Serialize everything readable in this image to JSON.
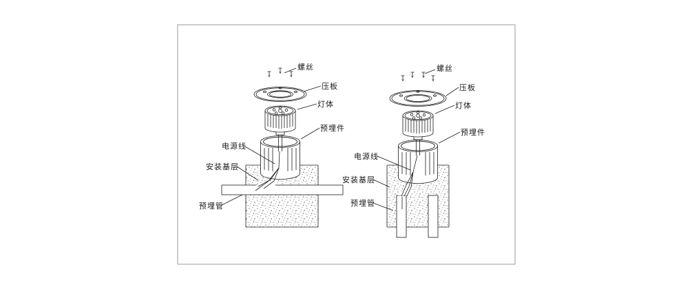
{
  "diagram": {
    "views": [
      {
        "id": "left-section-horizontal-conduit",
        "labels": {
          "screws": "螺丝",
          "press_plate": "压板",
          "lamp_body": "灯体",
          "embedded_part": "预埋件",
          "power_cable": "电源线",
          "mounting_base": "安装基层",
          "embedded_conduit": "预埋管"
        }
      },
      {
        "id": "right-section-vertical-conduits",
        "labels": {
          "screws": "螺丝",
          "press_plate": "压板",
          "lamp_body": "灯体",
          "embedded_part": "预埋件",
          "power_cable": "电源线",
          "mounting_base": "安装基层",
          "embedded_conduit": "预埋管"
        }
      }
    ],
    "colors": {
      "line": "#1a1a1a",
      "frame": "#9a9a9a",
      "background": "#ffffff",
      "speckle": "#444444"
    }
  }
}
